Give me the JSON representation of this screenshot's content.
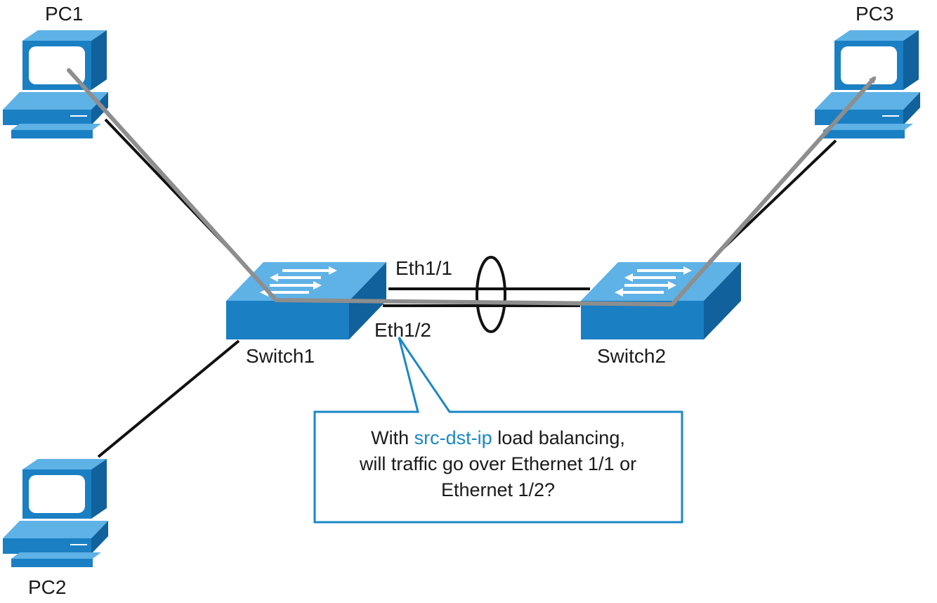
{
  "colors": {
    "device_blue": "#1a7fc3",
    "device_dark": "#10619c",
    "device_light": "#5fb2e6",
    "traffic_path": "#8e8e8e",
    "link": "#111111",
    "callout_border": "#1a87c6",
    "keyword": "#1a87c6"
  },
  "devices": {
    "pc1": {
      "label": "PC1",
      "icon": "pc-icon"
    },
    "pc2": {
      "label": "PC2",
      "icon": "pc-icon"
    },
    "pc3": {
      "label": "PC3",
      "icon": "pc-icon"
    },
    "switch1": {
      "label": "Switch1",
      "icon": "switch-icon"
    },
    "switch2": {
      "label": "Switch2",
      "icon": "switch-icon"
    }
  },
  "interfaces": {
    "eth1_1": "Eth1/1",
    "eth1_2": "Eth1/2"
  },
  "callout": {
    "prefix": "With ",
    "keyword": "src-dst-ip",
    "line1_rest": " load balancing,",
    "line2": "will traffic go over Ethernet 1/1 or",
    "line3": "Ethernet 1/2?"
  }
}
